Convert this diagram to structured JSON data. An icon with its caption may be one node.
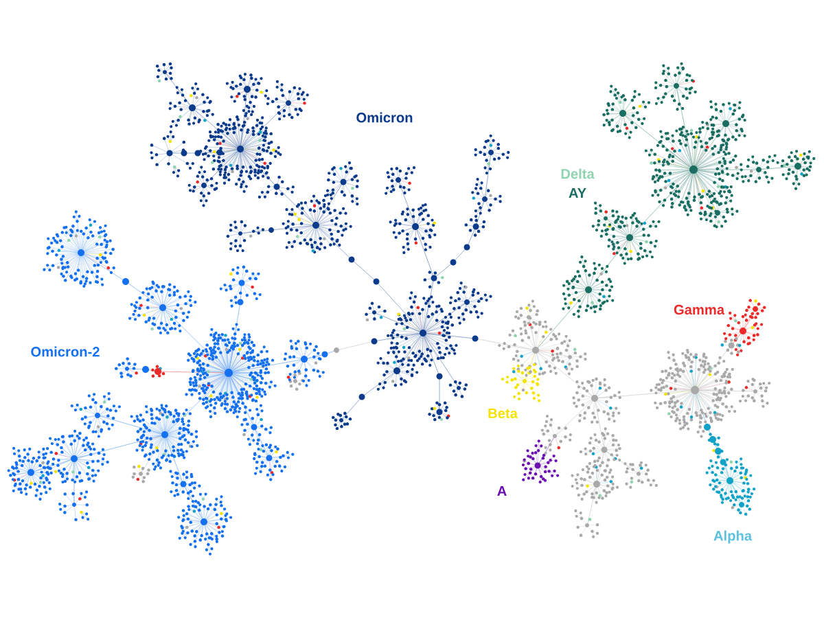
{
  "diagram": {
    "labels": [
      "Omicron",
      "Delta",
      "AY",
      "Gamma",
      "Omicron-2",
      "Beta",
      "A",
      "Alpha"
    ]
  }
}
